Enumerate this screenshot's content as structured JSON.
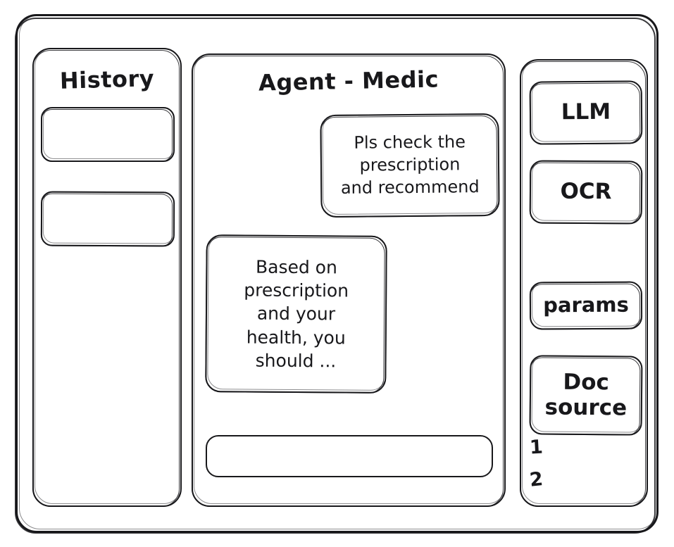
{
  "window": {
    "frame_name": "app-window"
  },
  "sidebar": {
    "title": "History",
    "items": [
      {
        "label": ""
      },
      {
        "label": ""
      }
    ]
  },
  "main": {
    "title": "Agent - Medic",
    "messages": [
      {
        "role": "user",
        "text": "Pls check the\nprescription\nand recommend"
      },
      {
        "role": "assistant",
        "text": "Based on\nprescription\nand your\nhealth, you\nshould ..."
      }
    ],
    "composer": {
      "value": "",
      "placeholder": ""
    }
  },
  "tools": {
    "buttons": [
      {
        "label": "LLM"
      },
      {
        "label": "OCR"
      },
      {
        "label": "params"
      },
      {
        "label": "Doc\nsource"
      }
    ],
    "doc_sources": [
      {
        "label": "1"
      },
      {
        "label": "2"
      }
    ]
  },
  "colors": {
    "ink": "#18181b",
    "background": "#ffffff"
  }
}
